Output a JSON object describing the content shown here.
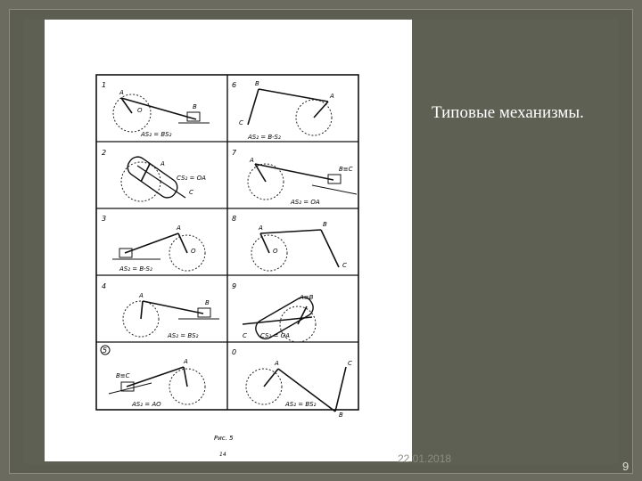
{
  "slide": {
    "title": "Типовые механизмы.",
    "date": "22.01.2018",
    "page_number": "9"
  },
  "figure": {
    "caption": "Рис. 5",
    "page_number": "14",
    "cells": [
      {
        "num": "1",
        "formula": "AS₂ = BS₂"
      },
      {
        "num": "6",
        "formula": "AS₂ = B-S₂"
      },
      {
        "num": "2",
        "formula": "CS₂ = OA"
      },
      {
        "num": "7",
        "formula": "AS₂ = OA"
      },
      {
        "num": "3",
        "formula": "AS₂ = B-S₂"
      },
      {
        "num": "8",
        "formula": ""
      },
      {
        "num": "4",
        "formula": "AS₂ = BS₂"
      },
      {
        "num": "9",
        "formula": "CS₂ = OA"
      },
      {
        "num": "5",
        "formula": "AS₂ = AO"
      },
      {
        "num": "0",
        "formula": "AS₂ = BS₂"
      }
    ]
  }
}
